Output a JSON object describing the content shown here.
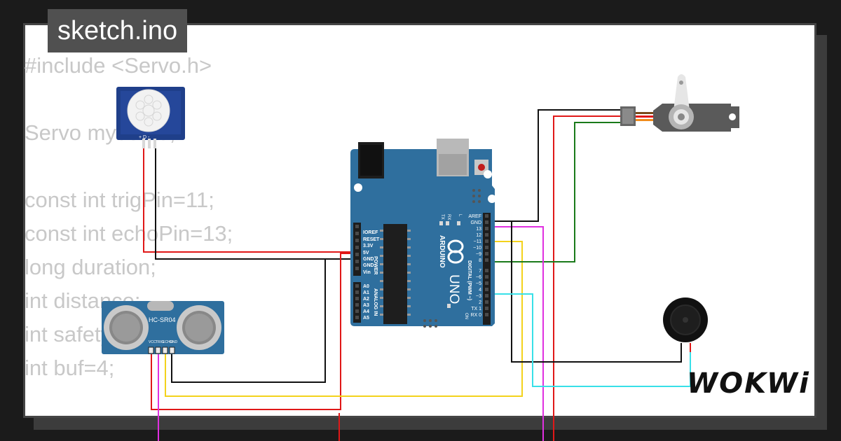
{
  "filename": "sketch.ino",
  "code_lines": [
    "#include <Servo.h>",
    "",
    "Servo myservo;",
    "",
    "const int trigPin=11;",
    "const int echoPin=13;",
    "long duration;",
    "int distance;",
    "int safetyDistance;",
    "int buf=4;"
  ],
  "components": {
    "pir": {
      "pins": "+ D -"
    },
    "ultrasonic": {
      "name": "HC-SR04",
      "pins": [
        "VCC",
        "TRIG",
        "ECHO",
        "GND"
      ]
    },
    "arduino": {
      "logo": "ARDUINO",
      "model": "UNO",
      "power_pins": [
        "IOREF",
        "RESET",
        "3.3V",
        "5V",
        "GND",
        "GND",
        "Vin"
      ],
      "power_label": "POWER",
      "analog_pins": [
        "A0",
        "A1",
        "A2",
        "A3",
        "A4",
        "A5"
      ],
      "analog_label": "ANALOG IN",
      "digital_pins": [
        "AREF",
        "GND",
        "13",
        "12",
        "~11",
        "~10",
        "~9",
        "8",
        "7",
        "~6",
        "~5",
        "4",
        "~3",
        "2",
        "TX 1",
        "RX 0"
      ],
      "digital_label": "DIGITAL (PWM ~)",
      "led_labels": [
        "TX",
        "RX",
        "L",
        "ON"
      ]
    }
  },
  "branding": {
    "logo_text": "WOKWi"
  },
  "colors": {
    "board": "#2f6f9e",
    "wire_red": "#e01818",
    "wire_black": "#111111",
    "wire_green": "#1a7a1a",
    "wire_yellow": "#f3d21c",
    "wire_magenta": "#e030e0",
    "wire_cyan": "#38e0e8"
  }
}
